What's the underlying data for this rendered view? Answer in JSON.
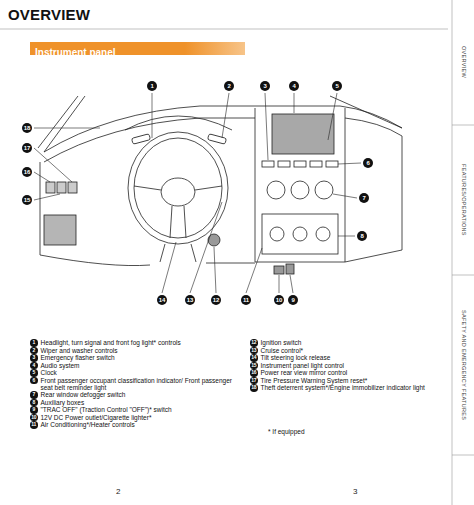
{
  "diagram": {
    "title": "OVERVIEW",
    "nodes": [
      {
        "text": [
          "Instrument panel"
        ]
      }
    ],
    "labels": [
      "1",
      "2",
      "3",
      "4",
      "5",
      "6",
      "7",
      "8",
      "9",
      "10",
      "11",
      "12",
      "13",
      "14",
      "15",
      "16",
      "17",
      "18",
      "1",
      "2",
      "3",
      "4",
      "5",
      "6",
      "7",
      "8",
      "9",
      "10",
      "11",
      "12",
      "13",
      "14",
      "15",
      "16",
      "17",
      "18",
      "Headlight, turn signal and front fog light* controls",
      "Wiper and washer controls",
      "Emergency flasher switch",
      "Audio system",
      "Clock",
      "Front passenger occupant classification indicator/ Front passenger seat belt reminder light",
      "Rear window defogger switch",
      "Auxiliary boxes",
      "\"TRAC OFF\" (Traction Control \"OFF\")* switch",
      "12V DC Power outlet/Cigarette lighter*",
      "Air Conditioning*/Heater controls",
      "Ignition switch",
      "Cruise control*",
      "Tilt steering lock release",
      "Instrument panel light control",
      "Power rear view mirror control",
      "Tire Pressure Warning System reset*",
      "Theft deterrent system*/Engine immobilizer indicator light",
      "* If equipped",
      "OVERVIEW",
      "FEATURES/OPERATIONS",
      "SAFETY AND EMERGENCY FEATURES",
      "2",
      "3"
    ]
  }
}
